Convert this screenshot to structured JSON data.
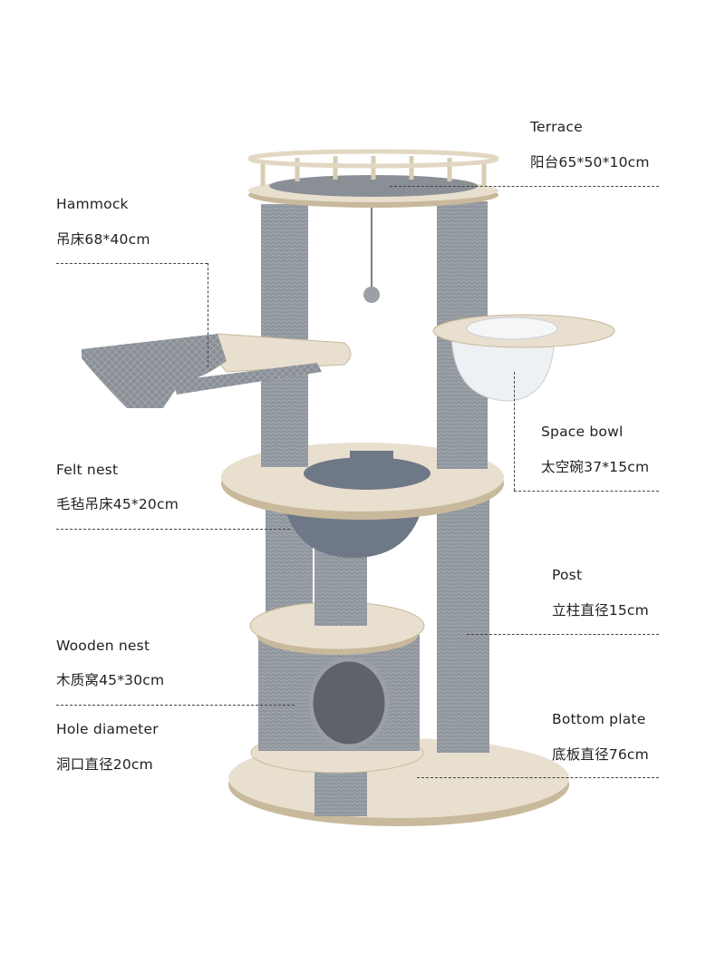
{
  "callouts": {
    "terrace": {
      "en": "Terrace",
      "cn": "阳台65*50*10cm"
    },
    "hammock": {
      "en": "Hammock",
      "cn": "吊床68*40cm"
    },
    "space_bowl": {
      "en": "Space bowl",
      "cn": "太空碗37*15cm"
    },
    "felt_nest": {
      "en": "Felt nest",
      "cn": "毛毡吊床45*20cm"
    },
    "post": {
      "en": "Post",
      "cn": "立柱直径15cm"
    },
    "wooden_nest": {
      "en": "Wooden nest",
      "cn": "木质窝45*30cm"
    },
    "hole_diameter": {
      "en": "Hole diameter",
      "cn": "洞口直径20cm"
    },
    "bottom_plate": {
      "en": "Bottom plate",
      "cn": "底板直径76cm"
    }
  },
  "colors": {
    "wood": "#e8dfcf",
    "wood_edge": "#c9b99c",
    "sisal": "#8f959c",
    "fabric": "#8a8f96",
    "felt": "#6f7887"
  }
}
